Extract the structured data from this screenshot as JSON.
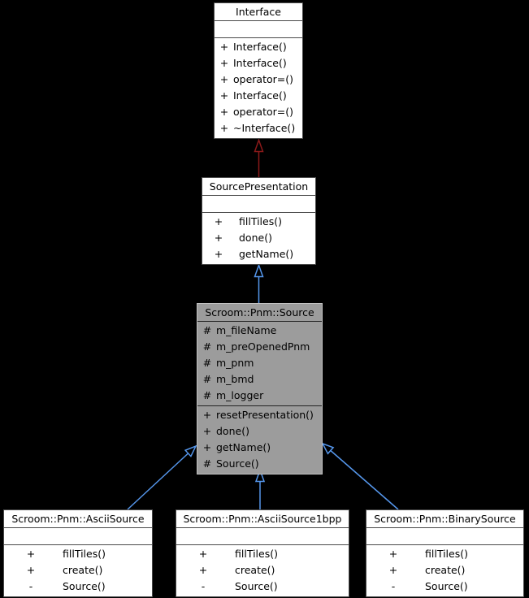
{
  "diagram": {
    "type": "uml-class-inheritance-graph",
    "colors": {
      "background": "#000000",
      "node_fill": "#ffffff",
      "node_border": "#4a4a4a",
      "node_text": "#000000",
      "highlight_fill": "#9c9c9c",
      "highlight_border": "#c2c2c2",
      "highlight_separator": "#222222",
      "edge_public": "#5596eb",
      "edge_private": "#8b1a1a"
    },
    "nodes": {
      "interface": {
        "title": "Interface",
        "methods": [
          {
            "vis": "+",
            "name": "Interface()"
          },
          {
            "vis": "+",
            "name": "Interface()"
          },
          {
            "vis": "+",
            "name": "operator=()"
          },
          {
            "vis": "+",
            "name": "Interface()"
          },
          {
            "vis": "+",
            "name": "operator=()"
          },
          {
            "vis": "+",
            "name": "~Interface()"
          }
        ]
      },
      "source_presentation": {
        "title": "SourcePresentation",
        "methods": [
          {
            "vis": "+",
            "name": "fillTiles()"
          },
          {
            "vis": "+",
            "name": "done()"
          },
          {
            "vis": "+",
            "name": "getName()"
          }
        ]
      },
      "pnm_source": {
        "title": "Scroom::Pnm::Source",
        "attributes": [
          {
            "vis": "#",
            "name": "m_fileName"
          },
          {
            "vis": "#",
            "name": "m_preOpenedPnm"
          },
          {
            "vis": "#",
            "name": "m_pnm"
          },
          {
            "vis": "#",
            "name": "m_bmd"
          },
          {
            "vis": "#",
            "name": "m_logger"
          }
        ],
        "methods": [
          {
            "vis": "+",
            "name": "resetPresentation()"
          },
          {
            "vis": "+",
            "name": "done()"
          },
          {
            "vis": "+",
            "name": "getName()"
          },
          {
            "vis": "#",
            "name": "Source()"
          }
        ]
      },
      "ascii_source": {
        "title": "Scroom::Pnm::AsciiSource",
        "methods": [
          {
            "vis": "+",
            "name": "fillTiles()"
          },
          {
            "vis": "+",
            "name": "create()"
          },
          {
            "vis": "-",
            "name": "Source()"
          }
        ]
      },
      "ascii_source_1bpp": {
        "title": "Scroom::Pnm::AsciiSource1bpp",
        "methods": [
          {
            "vis": "+",
            "name": "fillTiles()"
          },
          {
            "vis": "+",
            "name": "create()"
          },
          {
            "vis": "-",
            "name": "Source()"
          }
        ]
      },
      "binary_source": {
        "title": "Scroom::Pnm::BinarySource",
        "methods": [
          {
            "vis": "+",
            "name": "fillTiles()"
          },
          {
            "vis": "+",
            "name": "create()"
          },
          {
            "vis": "-",
            "name": "Source()"
          }
        ]
      }
    }
  }
}
